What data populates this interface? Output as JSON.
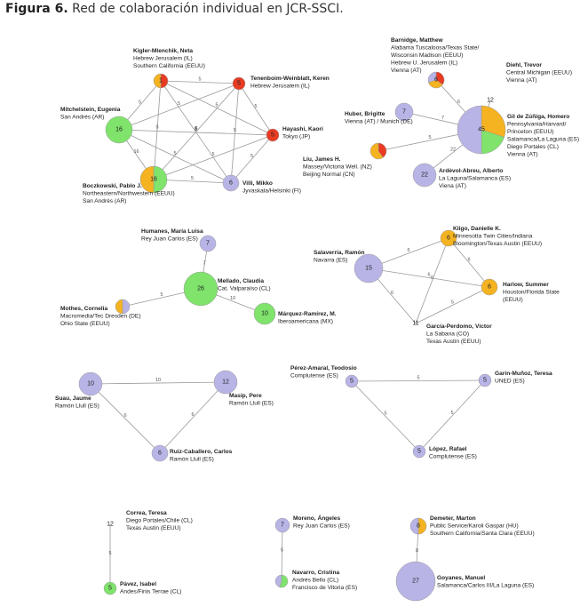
{
  "figure": {
    "label": "Figura 6.",
    "caption": "Red de colaboración individual en JCR-SSCI."
  },
  "colors": {
    "lavender": "#b8b4e6",
    "green": "#7fe36c",
    "orange": "#f5b321",
    "red": "#e83b22",
    "edge": "#9a9a9a"
  },
  "nodes": [
    {
      "id": "kigler",
      "value": "1",
      "name": "Kigler-Mlenchik, Neta",
      "lines": [
        "Hebrew Jerusalem (IL)",
        "Southern California (EEUU)"
      ]
    },
    {
      "id": "tenenboim",
      "value": "5",
      "name": "Tenenboim-Weinblatt, Keren",
      "lines": [
        "Hebrew Jerusalem (IL)"
      ]
    },
    {
      "id": "hayashi",
      "value": "5",
      "name": "Hayashi, Kaori",
      "lines": [
        "Tokyo (JP)"
      ]
    },
    {
      "id": "mitchelstein",
      "value": "16",
      "name": "Mitchelstein, Eugenia",
      "lines": [
        "San Andrés (AR)"
      ]
    },
    {
      "id": "boczkowski",
      "value": "16",
      "name": "Boczkowski, Pablo J.",
      "lines": [
        "Northeastern/Northwestern (EEUU)",
        "San Andrés (AR)"
      ]
    },
    {
      "id": "villi",
      "value": "6",
      "name": "Villi, Mikko",
      "lines": [
        "Jyvaskala/Helsinki (FI)"
      ]
    },
    {
      "id": "barnidge",
      "value": "6",
      "name": "Barnidge, Matthew",
      "lines": [
        "Alabama Tuscaloosa/Texas State/",
        "Wisconsin Madison (EEUU)",
        "Hebrew U. Jerusalem (IL)",
        "Vienna (AT)"
      ]
    },
    {
      "id": "diehl",
      "value": "12",
      "name": "Diehl, Trevor",
      "lines": [
        "Central Michigan (EEUU)",
        "Vienna (AT)"
      ]
    },
    {
      "id": "huber",
      "value": "7",
      "name": "Huber, Brigitte",
      "lines": [
        "Vienna (AT) / Munich (DE)"
      ]
    },
    {
      "id": "gil",
      "value": "45",
      "name": "Gil de Zúñiga, Homero",
      "lines": [
        "Pennsylvania/Harvard/",
        "Princeton (EEUU)",
        "Salamanca/La Laguna (ES)",
        "Diego Portales (CL)",
        "Vienna (AT)"
      ]
    },
    {
      "id": "liu",
      "value": "",
      "name": "Liu, James H.",
      "lines": [
        "Massey/Victoria Well. (NZ)",
        "Beijing Normal (CN)"
      ]
    },
    {
      "id": "ardevol",
      "value": "22",
      "name": "Ardèvol-Abreu, Alberto",
      "lines": [
        "La Laguna/Salamanca (ES)",
        "Viena (AT)"
      ]
    },
    {
      "id": "humanes",
      "value": "7",
      "name": "Humanes, María Luisa",
      "lines": [
        "Rey Juan Carlos (ES)"
      ]
    },
    {
      "id": "mellado",
      "value": "26",
      "name": "Mellado, Claudia",
      "lines": [
        "Cat. Valparaíso (CL)"
      ]
    },
    {
      "id": "mothes",
      "value": "",
      "name": "Mothes, Cornelia",
      "lines": [
        "Macromedia/Tec Dresden (DE)",
        "Ohio State (EEUU)"
      ]
    },
    {
      "id": "marquez",
      "value": "10",
      "name": "Márquez-Ramírez, M.",
      "lines": [
        "Iberoamericana (MX)"
      ]
    },
    {
      "id": "kligo",
      "value": "6",
      "name": "Kligo, Danielle K.",
      "lines": [
        "Minnesotta Twin Cities/Indiana",
        "Bloomington/Texas Austin (EEUU)"
      ]
    },
    {
      "id": "salaverria",
      "value": "15",
      "name": "Salaverría, Ramón",
      "lines": [
        "Navarra (ES)"
      ]
    },
    {
      "id": "harlow",
      "value": "6",
      "name": "Harlow, Summer",
      "lines": [
        "Houston/Florida State",
        "(EEUU)"
      ]
    },
    {
      "id": "garcia",
      "value": "11",
      "name": "García-Perdomo, Víctor",
      "lines": [
        "La Sabana (CO)",
        "Texas Austin (EEUU)"
      ]
    },
    {
      "id": "suau",
      "value": "10",
      "name": "Suau, Jaume",
      "lines": [
        "Ramón Llull (ES)"
      ]
    },
    {
      "id": "masip",
      "value": "12",
      "name": "Masip, Pere",
      "lines": [
        "Ramón Llull (ES)"
      ]
    },
    {
      "id": "ruiz",
      "value": "6",
      "name": "Ruiz-Caballero, Carlos",
      "lines": [
        "Ramón Llull (ES)"
      ]
    },
    {
      "id": "perez",
      "value": "5",
      "name": "Pérez-Amaral, Teodosio",
      "lines": [
        "Complutense (ES)"
      ]
    },
    {
      "id": "garin",
      "value": "5",
      "name": "Garín-Muñoz, Teresa",
      "lines": [
        "UNED (ES)"
      ]
    },
    {
      "id": "lopez",
      "value": "5",
      "name": "López, Rafael",
      "lines": [
        "Complutense (ES)"
      ]
    },
    {
      "id": "correa",
      "value": "12",
      "name": "Correa, Teresa",
      "lines": [
        "Diego Portales/Chile (CL)",
        "Texas Austin (EEUU)"
      ]
    },
    {
      "id": "pavez",
      "value": "5",
      "name": "Pávez, Isabel",
      "lines": [
        "Andes/Finis Terrae (CL)"
      ]
    },
    {
      "id": "moreno",
      "value": "7",
      "name": "Moreno, Ángeles",
      "lines": [
        "Rey Juan Carlos (ES)"
      ]
    },
    {
      "id": "navarro",
      "value": "",
      "name": "Navarro, Cristina",
      "lines": [
        "Andrés Bello (CL)",
        "Francisco de Vitoria (ES)"
      ]
    },
    {
      "id": "demeter",
      "value": "8",
      "name": "Demeter, Marton",
      "lines": [
        "Public Service/Karoli Gaspar (HU)",
        "Southern California/Santa Clara (EEUU)"
      ]
    },
    {
      "id": "goyanes",
      "value": "27",
      "name": "Goyanes, Manuel",
      "lines": [
        "Salamanca/Carlos III/La Laguna (ES)"
      ]
    }
  ],
  "edges": [
    {
      "from": "kigler",
      "to": "tenenboim",
      "weight": "5"
    },
    {
      "from": "kigler",
      "to": "hayashi",
      "weight": "5"
    },
    {
      "from": "kigler",
      "to": "mitchelstein",
      "weight": "5"
    },
    {
      "from": "kigler",
      "to": "boczkowski",
      "weight": "5"
    },
    {
      "from": "kigler",
      "to": "villi",
      "weight": "5"
    },
    {
      "from": "tenenboim",
      "to": "hayashi",
      "weight": "5"
    },
    {
      "from": "tenenboim",
      "to": "mitchelstein",
      "weight": "5"
    },
    {
      "from": "tenenboim",
      "to": "boczkowski",
      "weight": "5"
    },
    {
      "from": "tenenboim",
      "to": "villi",
      "weight": "5"
    },
    {
      "from": "hayashi",
      "to": "mitchelstein",
      "weight": "5"
    },
    {
      "from": "hayashi",
      "to": "boczkowski",
      "weight": "5"
    },
    {
      "from": "hayashi",
      "to": "villi",
      "weight": "5"
    },
    {
      "from": "mitchelstein",
      "to": "boczkowski",
      "weight": "16"
    },
    {
      "from": "mitchelstein",
      "to": "villi",
      "weight": "5"
    },
    {
      "from": "boczkowski",
      "to": "villi",
      "weight": "5"
    },
    {
      "from": "barnidge",
      "to": "gil",
      "weight": "6"
    },
    {
      "from": "diehl",
      "to": "gil",
      "weight": "12"
    },
    {
      "from": "huber",
      "to": "gil",
      "weight": "7"
    },
    {
      "from": "liu",
      "to": "gil",
      "weight": "5"
    },
    {
      "from": "ardevol",
      "to": "gil",
      "weight": "22"
    },
    {
      "from": "humanes",
      "to": "mellado",
      "weight": "7"
    },
    {
      "from": "mothes",
      "to": "mellado",
      "weight": "5"
    },
    {
      "from": "mellado",
      "to": "marquez",
      "weight": "10"
    },
    {
      "from": "kligo",
      "to": "salaverria",
      "weight": "6"
    },
    {
      "from": "kligo",
      "to": "harlow",
      "weight": "6"
    },
    {
      "from": "kligo",
      "to": "garcia",
      "weight": "6"
    },
    {
      "from": "salaverria",
      "to": "harlow",
      "weight": "6"
    },
    {
      "from": "salaverria",
      "to": "garcia",
      "weight": "6"
    },
    {
      "from": "harlow",
      "to": "garcia",
      "weight": "5"
    },
    {
      "from": "suau",
      "to": "masip",
      "weight": "10"
    },
    {
      "from": "suau",
      "to": "ruiz",
      "weight": "6"
    },
    {
      "from": "masip",
      "to": "ruiz",
      "weight": "6"
    },
    {
      "from": "perez",
      "to": "garin",
      "weight": "5"
    },
    {
      "from": "perez",
      "to": "lopez",
      "weight": "5"
    },
    {
      "from": "garin",
      "to": "lopez",
      "weight": "5"
    },
    {
      "from": "correa",
      "to": "pavez",
      "weight": "5"
    },
    {
      "from": "moreno",
      "to": "navarro",
      "weight": "5"
    },
    {
      "from": "demeter",
      "to": "goyanes",
      "weight": "8"
    }
  ]
}
